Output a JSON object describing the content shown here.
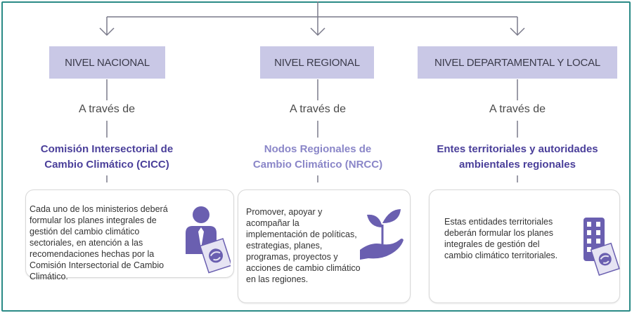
{
  "columns": [
    {
      "level": "NIVEL NACIONAL",
      "via": "A través de",
      "entity_line1": "Comisión Intersectorial de",
      "entity_line2": "Cambio Climático (CICC)",
      "entity_color": "#4a3f9a",
      "description": "Cada uno de los ministerios deberá formular los planes integrales de gestión del cambio climático sectoriales, en atención a las recomendaciones hechas por la Comisión Intersectorial de Cambio Climático.",
      "icon": "minister-document-icon"
    },
    {
      "level": "NIVEL REGIONAL",
      "via": "A través de",
      "entity_line1": "Nodos Regionales de",
      "entity_line2": "Cambio Climático (NRCC)",
      "entity_color": "#8a86c8",
      "description": "Promover, apoyar y acompañar la implementación de políticas, estrategias, planes, programas, proyectos y acciones de cambio climático en las regiones.",
      "icon": "hand-sprout-icon"
    },
    {
      "level": "NIVEL DEPARTAMENTAL Y LOCAL",
      "via": "A través de",
      "entity_line1": "Entes territoriales y autoridades",
      "entity_line2": "ambientales regionales",
      "entity_color": "#4a3f9a",
      "description": "Estas entidades territoriales deberán formular los planes integrales de gestión del cambio climático territoriales.",
      "icon": "building-document-icon"
    }
  ],
  "colors": {
    "frame": "#2a8a86",
    "box": "#c9c8e6",
    "connector": "#7a7a8a",
    "icon": "#6a5fb0"
  }
}
